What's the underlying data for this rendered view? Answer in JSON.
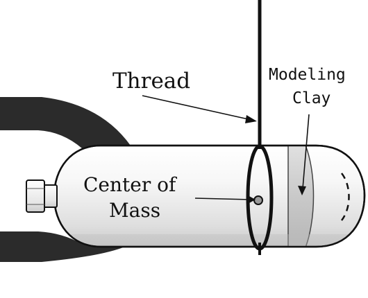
{
  "labels": {
    "thread": "Thread",
    "modeling_clay_line1": "Modeling",
    "modeling_clay_line2": "Clay",
    "center_of_mass_line1": "Center of",
    "center_of_mass_line2": "Mass"
  },
  "colors": {
    "outline": "#111111",
    "yoke": "#2b2b2b",
    "body_fill": "#f4f4f4",
    "clay_fill": "#cfcfcf",
    "background": "#ffffff"
  }
}
